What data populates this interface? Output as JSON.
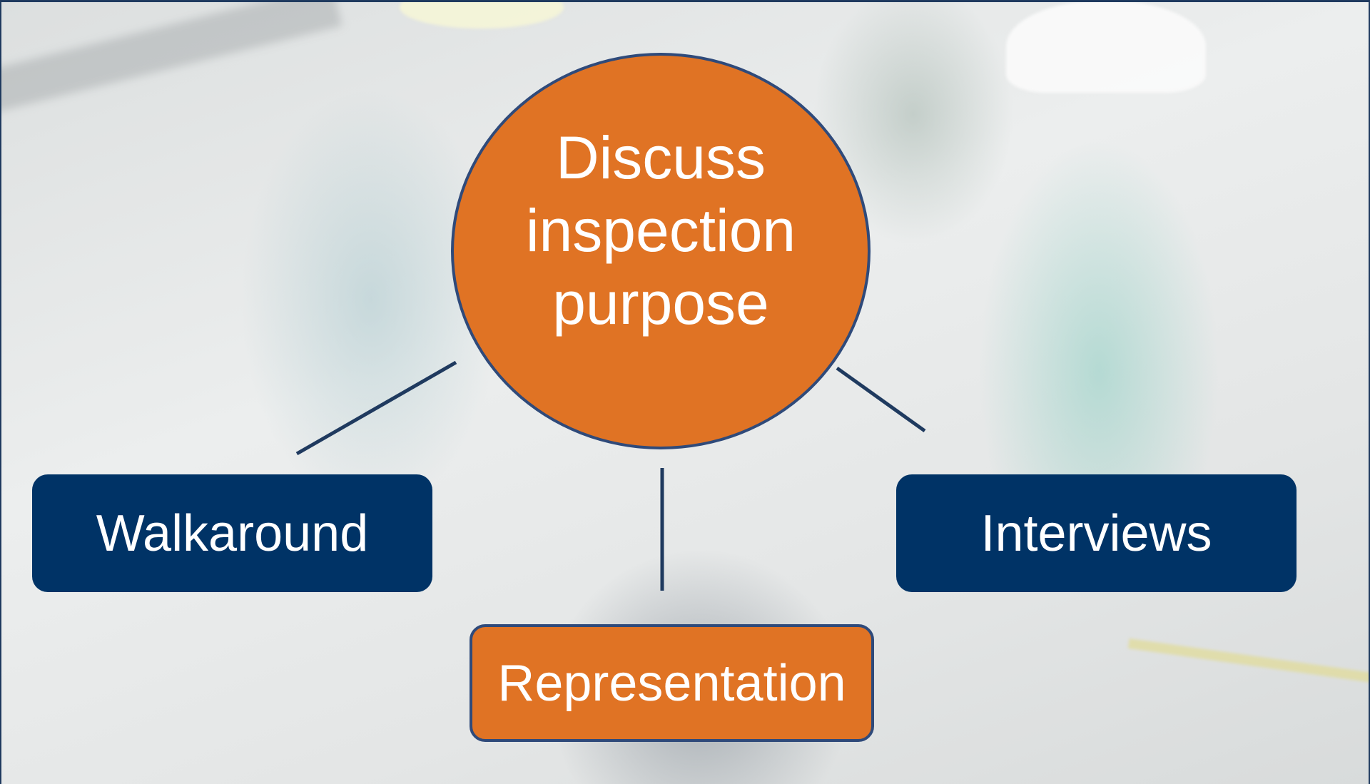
{
  "diagram": {
    "hub": {
      "lines": [
        "Discuss",
        "inspection",
        "purpose"
      ],
      "fill_color": "#e07324"
    },
    "nodes": {
      "walkaround": {
        "label": "Walkaround",
        "fill_color": "#003366"
      },
      "interviews": {
        "label": "Interviews",
        "fill_color": "#003366"
      },
      "representation": {
        "label": "Representation",
        "fill_color": "#e07324"
      }
    },
    "connector_color": "#1f3a5f"
  }
}
